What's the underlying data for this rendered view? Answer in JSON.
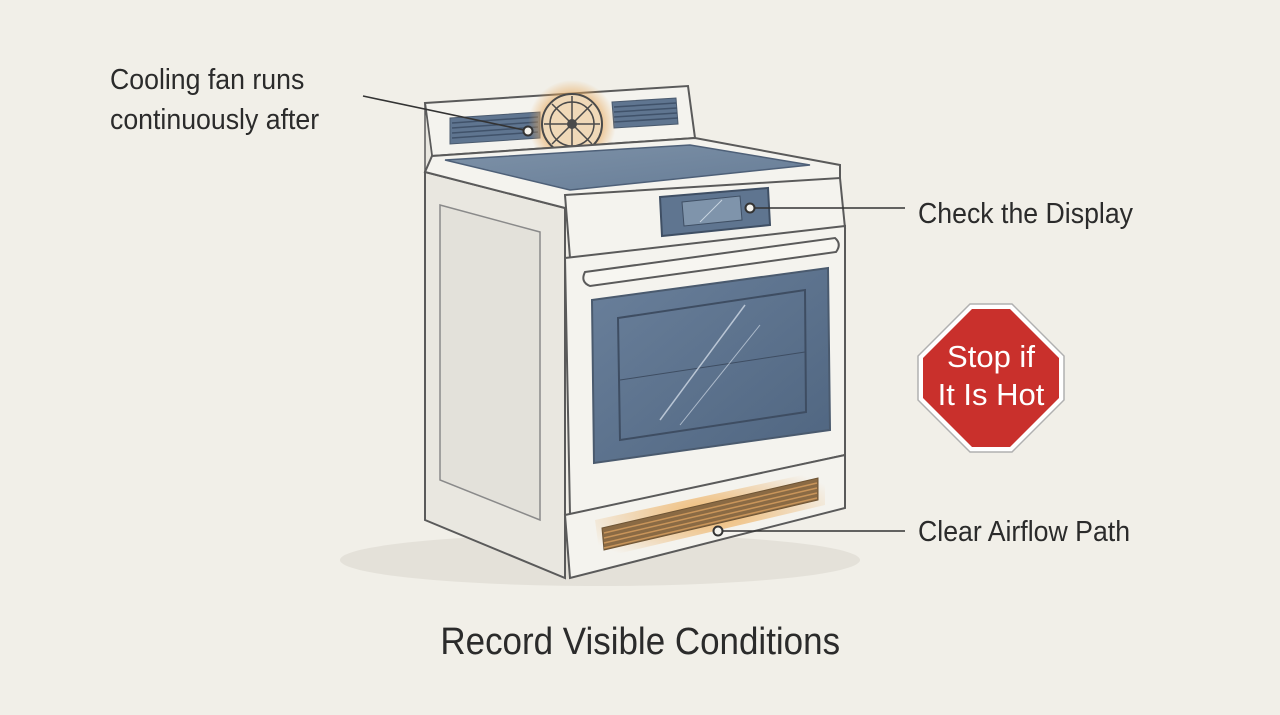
{
  "callouts": {
    "fan": {
      "line1": "Cooling fan runs",
      "line2": "continuously after"
    },
    "display": "Check the Display",
    "airflow": "Clear Airflow Path"
  },
  "stop_sign": {
    "line1": "Stop if",
    "line2": "It Is Hot"
  },
  "caption": "Record Visible Conditions",
  "colors": {
    "background": "#f1efe8",
    "appliance_body": "#f4f3ee",
    "outline": "#5a5a5a",
    "glass": "#5f7590",
    "fan_glow": "#e8a85a",
    "vent": "#8a6a44",
    "stop_sign": "#c9302c",
    "text": "#2b2b2b"
  },
  "icons": [
    "cooling-fan-icon",
    "stop-sign-icon"
  ]
}
